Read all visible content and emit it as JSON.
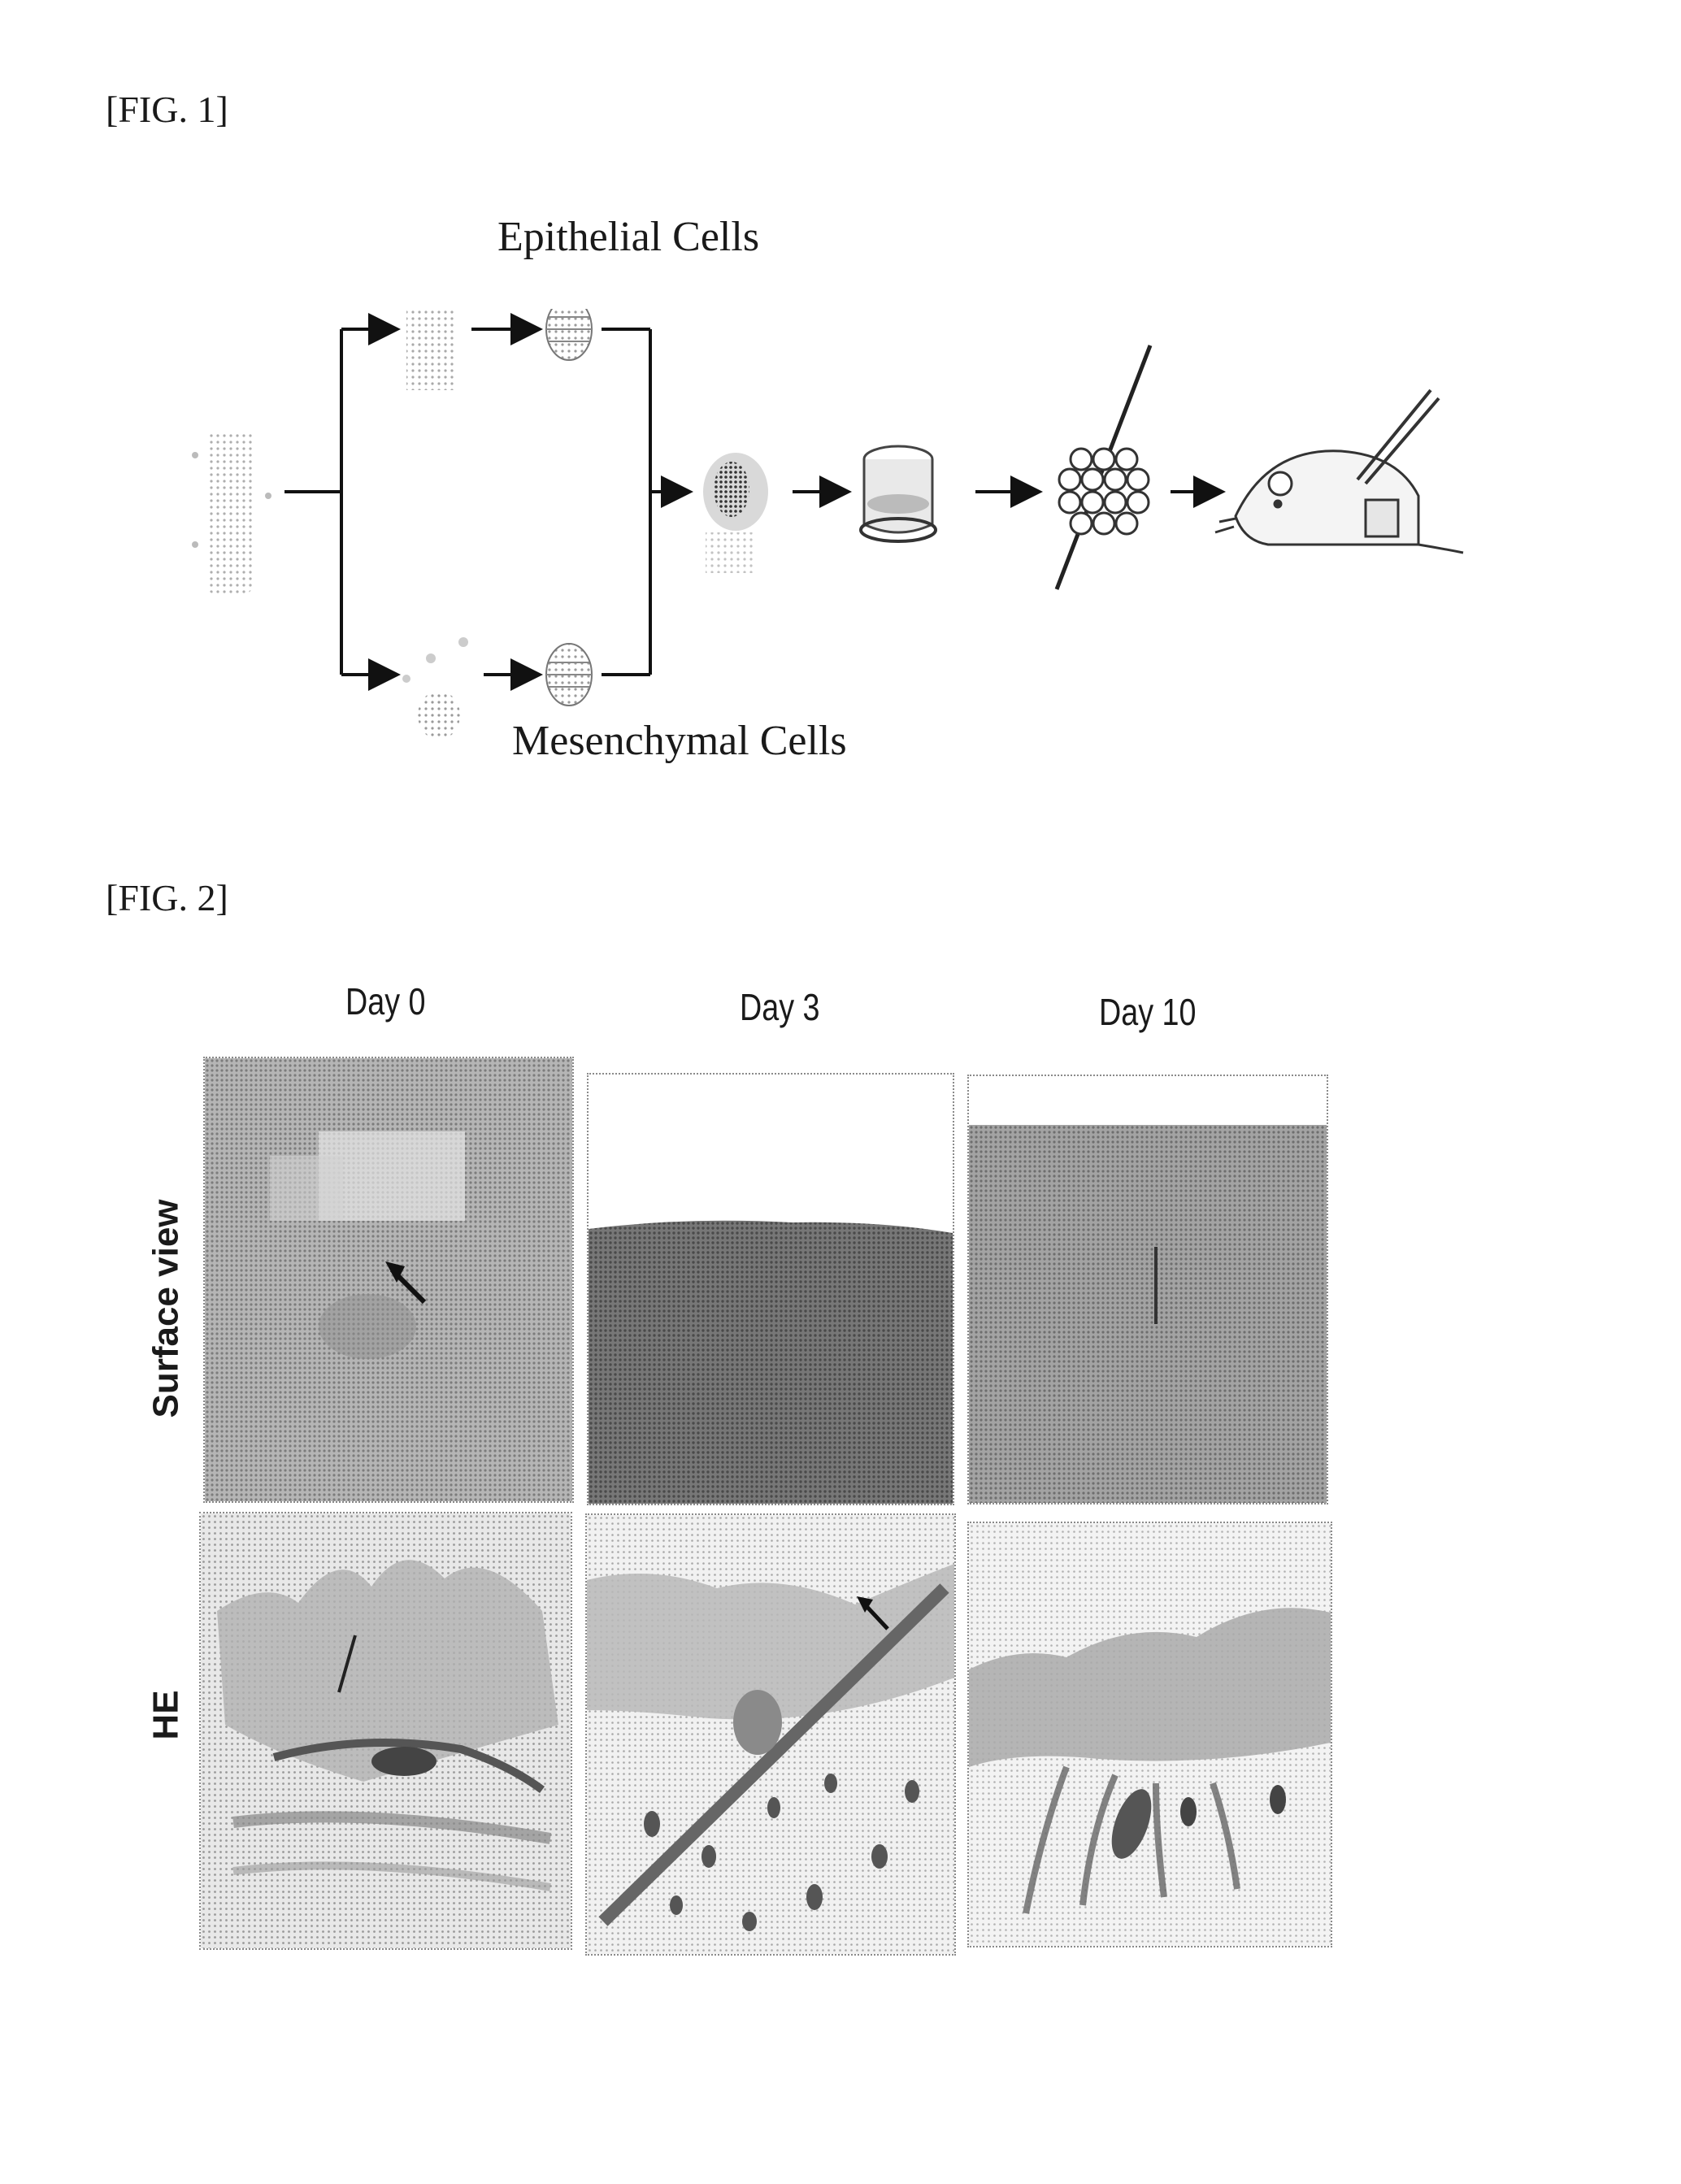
{
  "fig1": {
    "label": "[FIG. 1]",
    "epithelial_label": "Epithelial Cells",
    "mesenchymal_label": "Mesenchymal Cells"
  },
  "fig2": {
    "label": "[FIG. 2]",
    "columns": [
      "Day 0",
      "Day 3",
      "Day 10"
    ],
    "rows": [
      "Surface view",
      "HE"
    ]
  }
}
